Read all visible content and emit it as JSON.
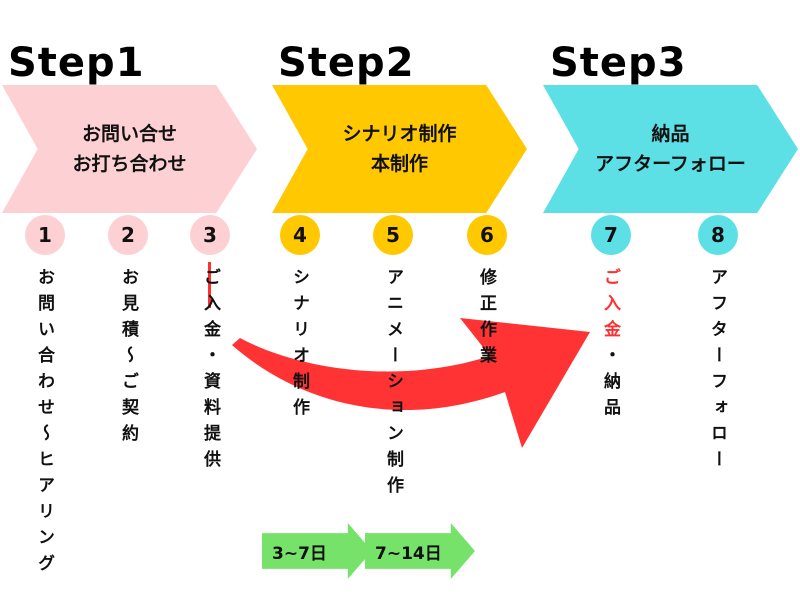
{
  "colors": {
    "pink": "#fdd0d3",
    "yellow": "#ffc800",
    "cyan": "#5ce0e6",
    "red_arrow": "#ff3333",
    "green_arrow": "#77e26a",
    "accent_text": "#ff3030"
  },
  "steps": [
    {
      "title": "Step1",
      "line1": "お問い合せ",
      "line2": "お打ち合わせ"
    },
    {
      "title": "Step2",
      "line1": "シナリオ制作",
      "line2": "本制作"
    },
    {
      "title": "Step3",
      "line1": "納品",
      "line2": "アフターフォロー"
    }
  ],
  "items": [
    {
      "num": "1",
      "text": "お問い合わせ〜ヒアリング"
    },
    {
      "num": "2",
      "text": "お見積〜ご契約"
    },
    {
      "num": "3",
      "text": "ご入金・資料提供"
    },
    {
      "num": "4",
      "text": "シナリオ制作"
    },
    {
      "num": "5",
      "text": "アニメーション制作"
    },
    {
      "num": "6",
      "text": "修正作業"
    },
    {
      "num": "7",
      "text_accent": "ご入金",
      "text_rest": "・納品"
    },
    {
      "num": "8",
      "text": "アフターフォロー"
    }
  ],
  "durations": [
    "3~7日",
    "7~14日"
  ]
}
